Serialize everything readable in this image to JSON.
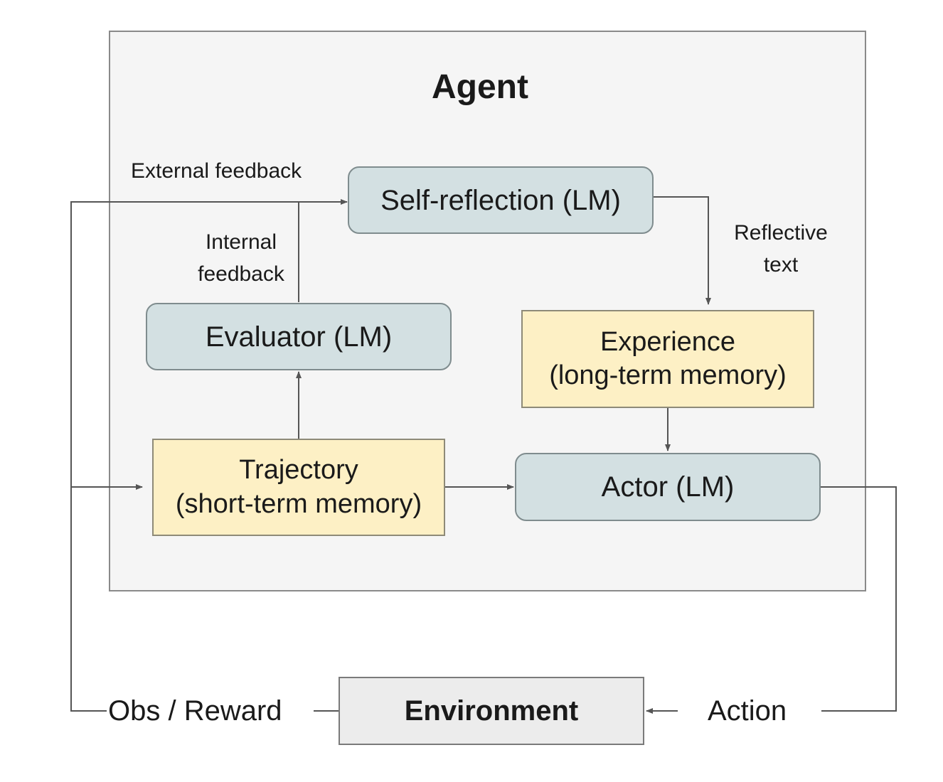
{
  "agent": {
    "title": "Agent"
  },
  "nodes": {
    "self_reflection": "Self-reflection (LM)",
    "evaluator": "Evaluator (LM)",
    "experience": {
      "line1": "Experience",
      "line2": "(long-term memory)"
    },
    "trajectory": {
      "line1": "Trajectory",
      "line2": "(short-term memory)"
    },
    "actor": "Actor (LM)",
    "environment": "Environment"
  },
  "edge_labels": {
    "external_feedback": "External feedback",
    "internal_feedback": {
      "line1": "Internal",
      "line2": "feedback"
    },
    "reflective_text": {
      "line1": "Reflective",
      "line2": "text"
    },
    "obs_reward": "Obs / Reward",
    "action": "Action"
  },
  "colors": {
    "lm_fill": "#d3e0e2",
    "memory_fill": "#fdf0c5",
    "agent_fill": "#f5f5f5",
    "environment_fill": "#ececec",
    "line": "#555555"
  }
}
